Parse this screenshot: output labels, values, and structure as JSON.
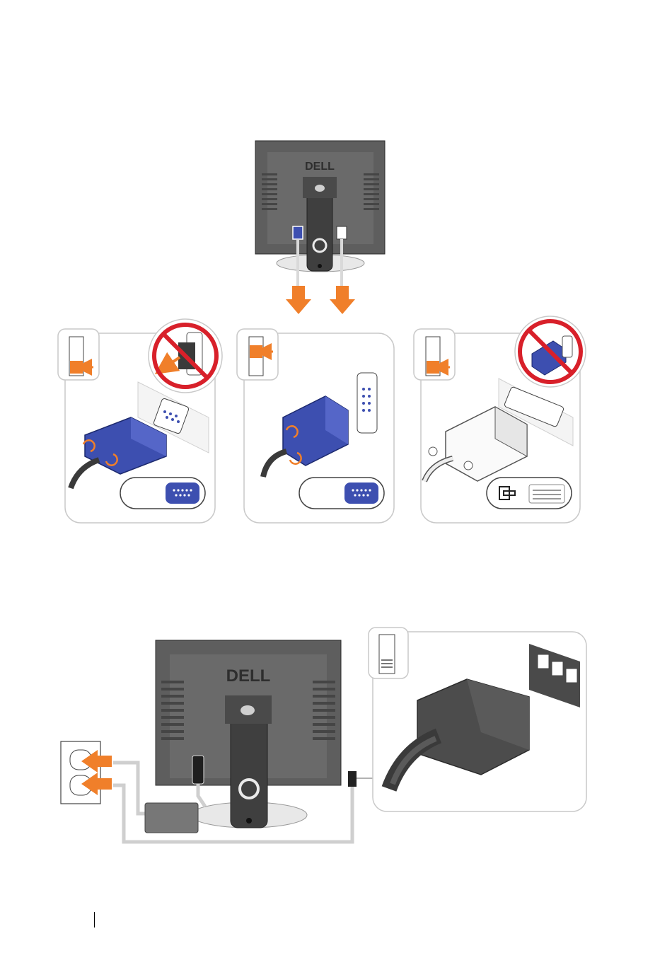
{
  "brand": {
    "logo_text": "DELL"
  },
  "colors": {
    "monitor_body": "#5e5e5e",
    "monitor_dark": "#3a3a3a",
    "vga_blue": "#3d4fb0",
    "arrow_orange": "#f07f2a",
    "prohibit_red": "#d8202a",
    "cable_gray": "#cfcfcf"
  },
  "connector_cards": [
    {
      "port_symbol": "IOI",
      "port_type": "VGA",
      "prohibited": true
    },
    {
      "port_symbol": "IOI",
      "port_type": "VGA",
      "prohibited": false
    },
    {
      "port_symbol": "DVI",
      "port_type": "DVI",
      "prohibited": true
    }
  ]
}
